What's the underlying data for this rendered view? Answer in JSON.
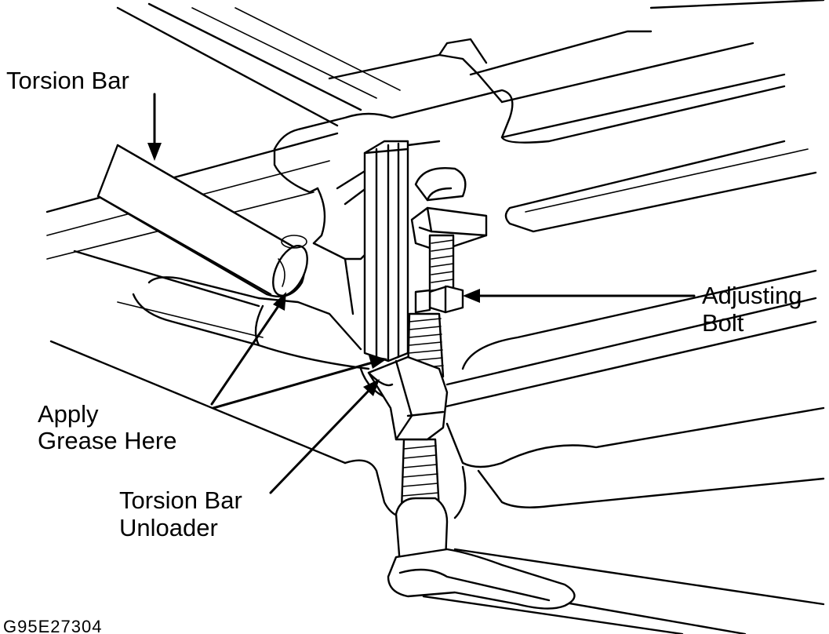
{
  "labels": {
    "torsion_bar": "Torsion Bar",
    "adjusting_bolt_line1": "Adjusting",
    "adjusting_bolt_line2": "Bolt",
    "apply_grease_line1": "Apply",
    "apply_grease_line2": "Grease Here",
    "unloader_line1": "Torsion Bar",
    "unloader_line2": "Unloader"
  },
  "figure_code": "G95E27304"
}
